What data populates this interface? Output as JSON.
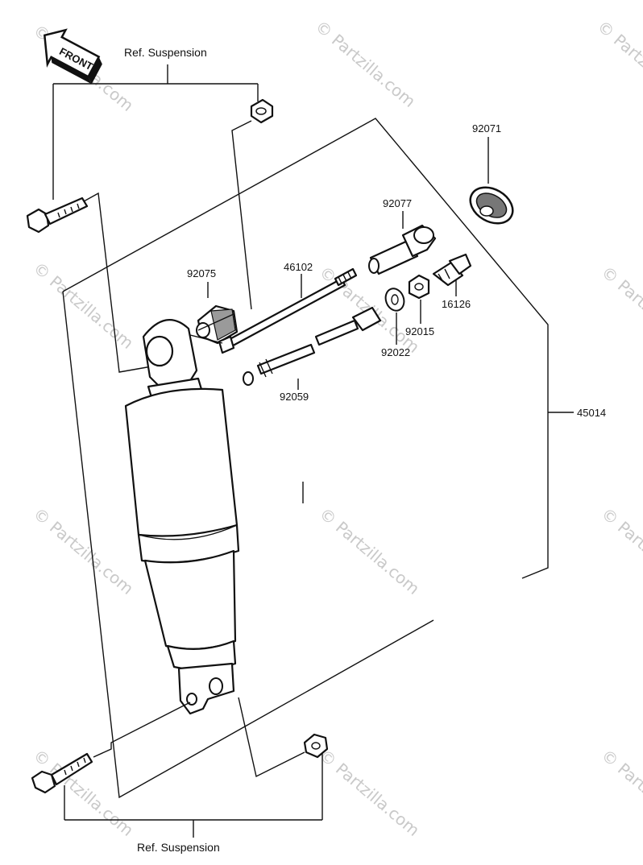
{
  "front_label": "FRONT",
  "ref_top": "Ref. Suspension",
  "ref_bottom": "Ref. Suspension",
  "parts": {
    "p92071": "92071",
    "p92077": "92077",
    "p46102": "46102",
    "p92075": "92075",
    "p16126": "16126",
    "p92015": "92015",
    "p92022": "92022",
    "p92059": "92059",
    "p45014": "45014"
  },
  "watermark": "© Partzilla.com"
}
